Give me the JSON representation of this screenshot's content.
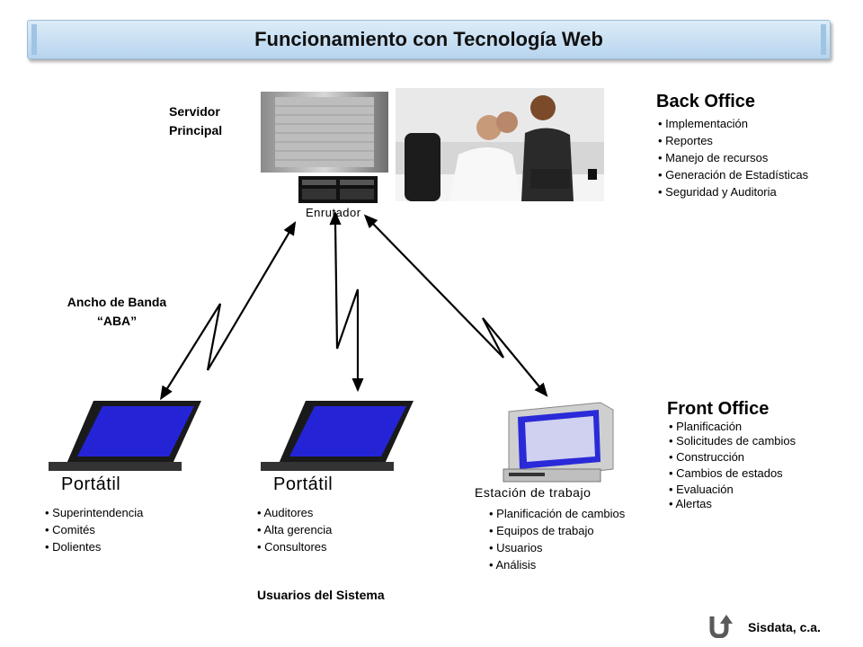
{
  "title": "Funcionamiento con Tecnología Web",
  "server": {
    "label_line1": "Servidor",
    "label_line2": "Principal",
    "router_label": "Enrutador"
  },
  "bandwidth": {
    "line1": "Ancho de Banda",
    "line2": "“ABA”"
  },
  "back_office": {
    "title": "Back Office",
    "items": [
      "Implementación",
      "Reportes",
      "Manejo de recursos",
      "Generación de Estadísticas",
      "Seguridad y Auditoria"
    ]
  },
  "front_office": {
    "title": "Front Office",
    "items": [
      "Planificación",
      "Solicitudes de cambios",
      "Construcción",
      "Cambios de estados",
      "Evaluación",
      "Alertas"
    ]
  },
  "laptop1": {
    "label": "Portátil",
    "items": [
      "Superintendencia",
      "Comités",
      "Dolientes"
    ]
  },
  "laptop2": {
    "label": "Portátil",
    "items": [
      "Auditores",
      "Alta gerencia",
      "Consultores"
    ]
  },
  "workstation": {
    "label": "Estación de trabajo",
    "items": [
      "Planificación de cambios",
      "Equipos de trabajo",
      "Usuarios",
      "Análisis"
    ]
  },
  "users_caption": "Usuarios del Sistema",
  "footer": {
    "company": "Sisdata, c.a.",
    "icon": "return-arrow-icon"
  },
  "colors": {
    "banner": "#b7d4ee",
    "screen": "#2a2ad8",
    "arrow": "#000000"
  }
}
